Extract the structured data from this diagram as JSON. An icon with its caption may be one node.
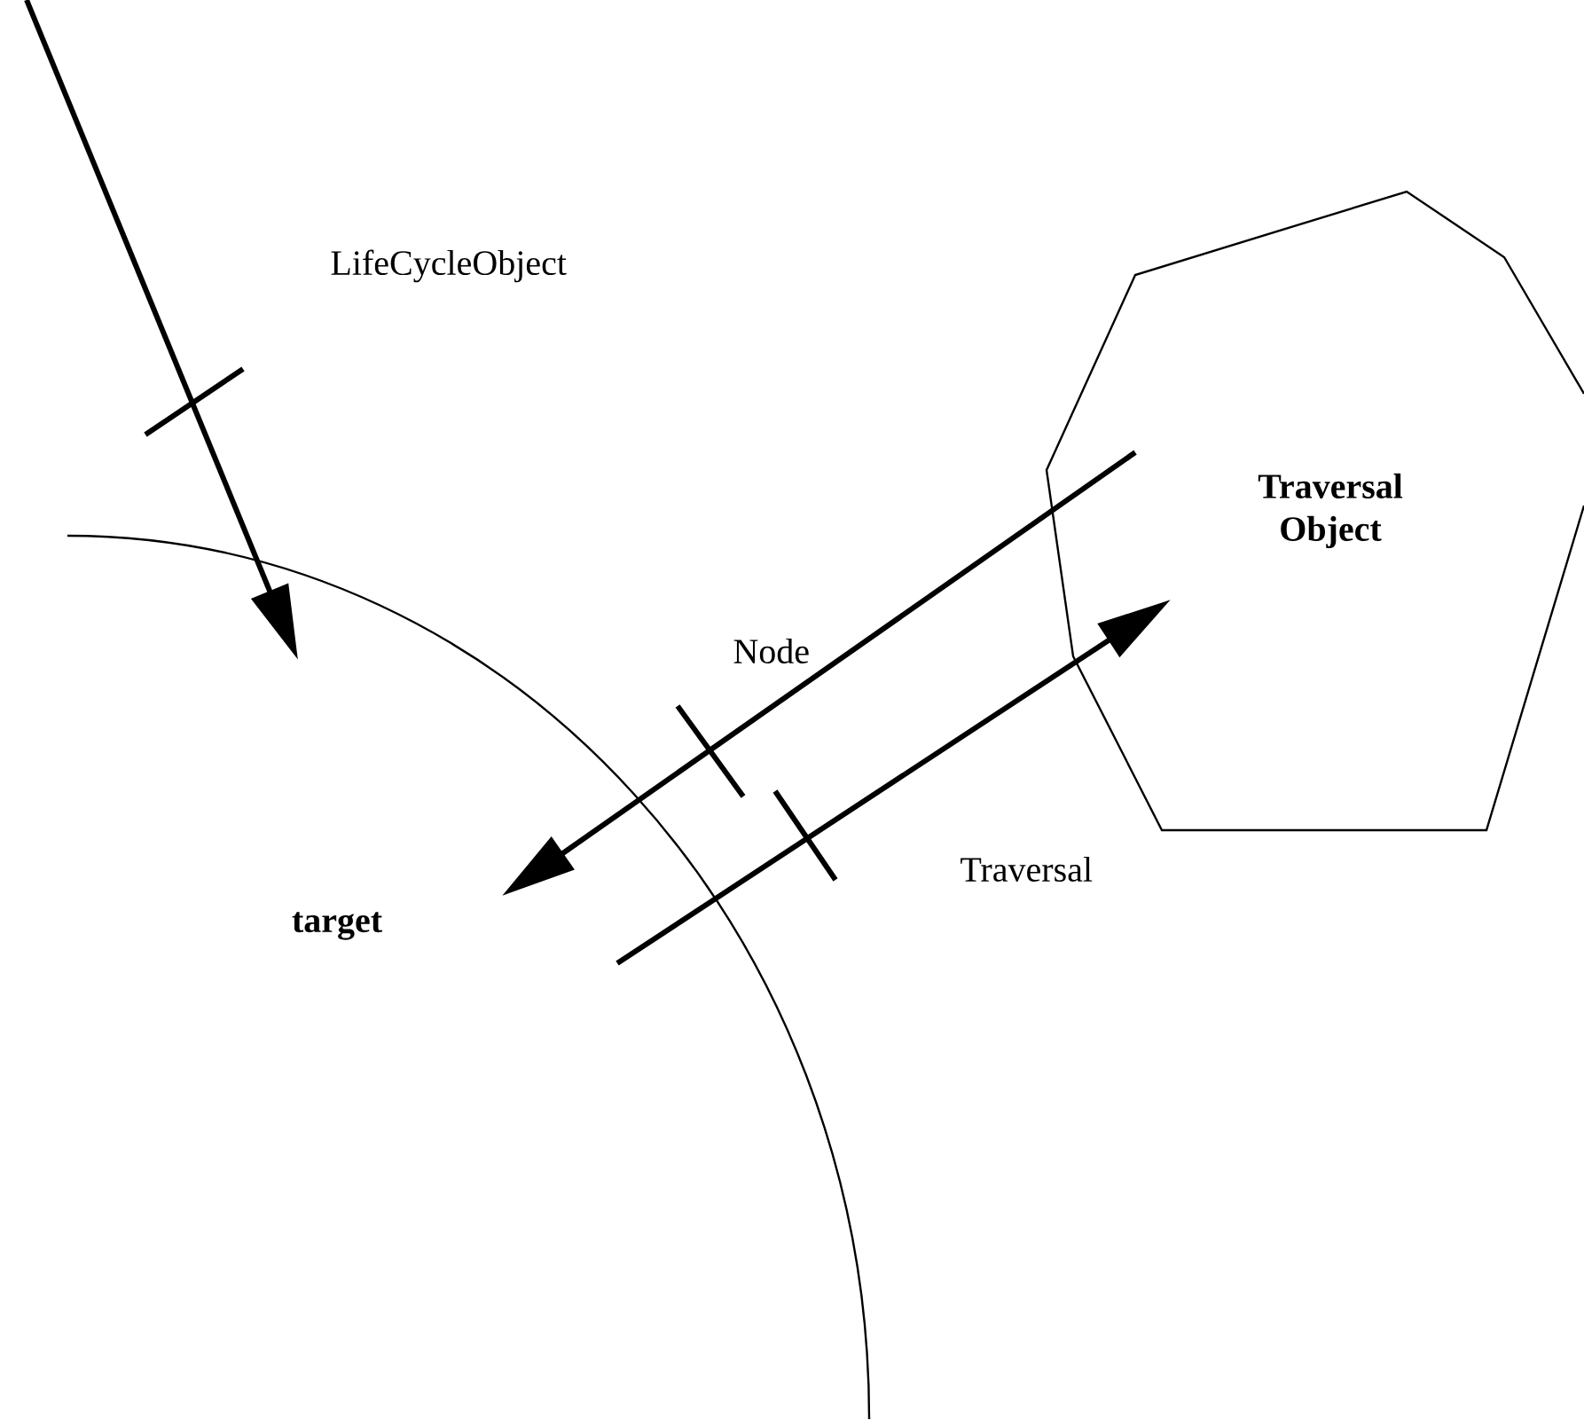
{
  "diagram": {
    "nodes": [
      {
        "text": [
          "target"
        ]
      },
      {
        "text": [
          "Traversal Object"
        ]
      }
    ],
    "edges": [
      {
        "from": null,
        "to": 0,
        "arrow": "to",
        "label": "LifeCycleObject"
      },
      {
        "from": 1,
        "to": 0,
        "arrow": "to",
        "label": "Node"
      },
      {
        "from": 0,
        "to": 1,
        "arrow": "to",
        "label": "Traversal"
      }
    ]
  }
}
